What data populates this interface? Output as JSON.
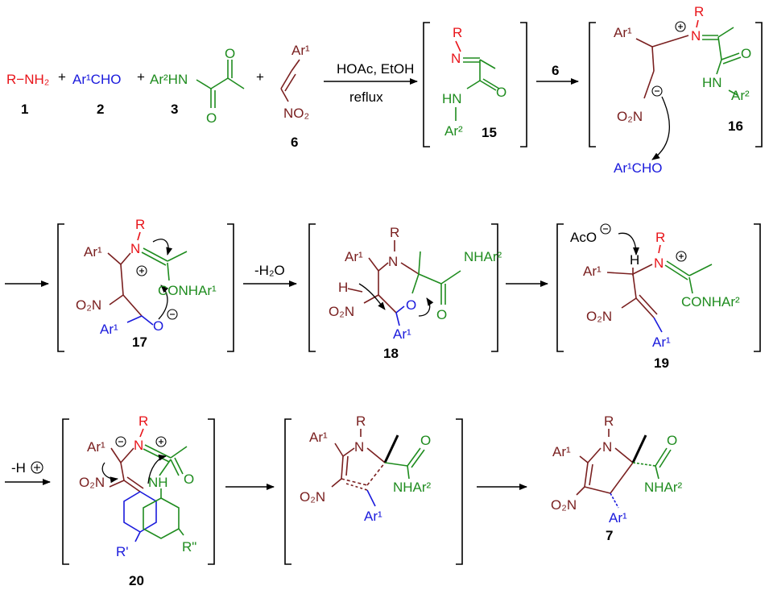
{
  "colors": {
    "amine": "#e8141a",
    "aldehyde": "#1a1adc",
    "amide": "#1f8c1f",
    "nitro": "#7a2020",
    "black": "#000000"
  },
  "reagents": {
    "amine": "R−NH₂",
    "aldehyde": "Ar¹CHO",
    "amide_nh": "Ar²HN",
    "ar1": "Ar¹",
    "no2": "NO₂",
    "o": "O",
    "plus": "+",
    "num1": "1",
    "num2": "2",
    "num3": "3",
    "num6": "6"
  },
  "conditions": {
    "line1": "HOAc, EtOH",
    "line2": "reflux",
    "reagent_6": "6",
    "minus_water": "-H₂O",
    "minus_h": "-H"
  },
  "labels": {
    "R": "R",
    "N": "N",
    "O": "O",
    "HN": "HN",
    "NH": "NH",
    "H": "H",
    "Ar1": "Ar¹",
    "Ar2": "Ar²",
    "NAr2": "NH-Ar²",
    "O2N": "O₂N",
    "NO2": "NO₂",
    "Ar1CHO": "Ar¹CHO",
    "CONHAr1": "CONHAr¹",
    "CONHAr2": "CONHAr²",
    "NHAr2": "NHAr²",
    "AcO": "AcO",
    "Rp": "R'",
    "Rpp": "R\""
  },
  "compound_numbers": {
    "c15": "15",
    "c16": "16",
    "c17": "17",
    "c18": "18",
    "c19": "19",
    "c20": "20",
    "c7": "7"
  }
}
